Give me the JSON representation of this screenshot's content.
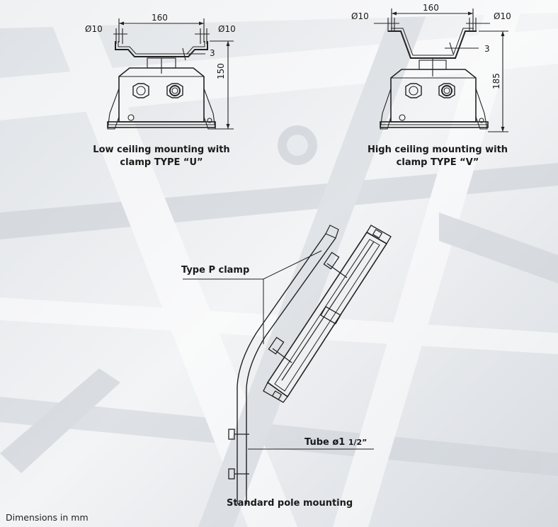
{
  "diagram_left": {
    "width_dim": "160",
    "hole_left": "Ø10",
    "hole_right": "Ø10",
    "thickness": "3",
    "height_dim": "150",
    "caption_line1": "Low ceiling mounting with",
    "caption_line2": "clamp TYPE “U”"
  },
  "diagram_right": {
    "width_dim": "160",
    "hole_left": "Ø10",
    "hole_right": "Ø10",
    "thickness": "3",
    "height_dim": "185",
    "caption_line1": "High ceiling mounting with",
    "caption_line2": "clamp TYPE “V”"
  },
  "pole": {
    "clamp_label": "Type P clamp",
    "tube_label": "Tube ø1",
    "tube_fraction": "1/2”",
    "caption": "Standard pole mounting"
  },
  "footer": {
    "dimensions_note": "Dimensions in mm"
  },
  "colors": {
    "background": "#e9ecef",
    "line": "#222222",
    "structure_light": "#ffffff",
    "structure_shadow": "#c4c9cf"
  }
}
